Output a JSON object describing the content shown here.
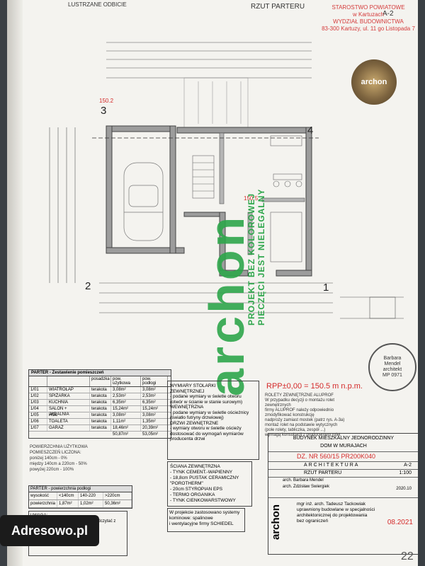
{
  "header": {
    "top_left": "LUSTRZANE ODBICIE",
    "top_center": "RZUT PARTERU",
    "top_right": "A-2"
  },
  "stamp": {
    "l1": "STAROSTWO POWIATOWE",
    "l2": "w Kartuzach",
    "l3": "WYDZIAŁ BUDOWNICTWA",
    "l4": "83-300 Kartuzy, ul. 11 go Listopada 7"
  },
  "archon_badge": "archon",
  "annotations": {
    "corner_3": "3",
    "corner_4": "4",
    "corner_2": "2",
    "corner_1": "1",
    "red_top": "150.2",
    "red_level": "RPP±0,00 = 150.5 m n.p.m.",
    "red_mid": "150.5"
  },
  "watermark": {
    "big": "archon",
    "small": "PROJEKT BEZ KOLOROWEJ PIECZĘCI JEST NIELEGALNY"
  },
  "room_table": {
    "title": "PARTER - Zestawienie pomieszczeń",
    "cols": [
      "",
      "",
      "posadzka",
      "pow. użytkowa",
      "pow. podłogi"
    ],
    "rows": [
      {
        "no": "1/01",
        "name": "WIATROŁAP",
        "floor": "terakota",
        "area1": "3,08m²",
        "area2": "3,08m²"
      },
      {
        "no": "1/02",
        "name": "SPIŻARKA",
        "floor": "terakota",
        "area1": "2,53m²",
        "area2": "2,53m²"
      },
      {
        "no": "1/03",
        "name": "KUCHNIA",
        "floor": "terakota",
        "area1": "6,35m²",
        "area2": "6,35m²"
      },
      {
        "no": "1/04",
        "name": "SALON + JADALNIA",
        "floor": "terakota",
        "area1": "15,24m²",
        "area2": "15,24m²"
      },
      {
        "no": "1/05",
        "name": "HOL",
        "floor": "terakota",
        "area1": "3,08m²",
        "area2": "3,08m²"
      },
      {
        "no": "1/06",
        "name": "TOALETA",
        "floor": "terakota",
        "area1": "1,11m²",
        "area2": "1,35m²"
      },
      {
        "no": "1/07",
        "name": "GARAŻ",
        "floor": "terakota",
        "area1": "18,46m²",
        "area2": "20,39m²"
      }
    ],
    "total1": "50,87m²",
    "total2": "53,05m²"
  },
  "usable": {
    "l1": "POWIERZCHNIA UŻYTKOWA",
    "l2": "POMIESZCZEŃ LICZONA:",
    "l3": "poniżej 140cm - 0%",
    "l4": "między 140cm a 220cm - 50%",
    "l5": "powyżej 220cm - 100%"
  },
  "small_table": {
    "title": "PARTER - powierzchnia podłogi",
    "h": [
      "wysokość",
      "<140cm",
      "140-220",
      ">220cm"
    ],
    "r": [
      "powierzchnia",
      "1,87m²",
      "1,02m²",
      "50,36m²"
    ]
  },
  "note_box": {
    "l1": "UWAGA:",
    "l2": "Urządzenie przebić instalacyjnych odczytać z rysunku"
  },
  "layers": {
    "t1": "WYMIARY STOLARKI",
    "t2": "ZEWNĘTRZNEJ",
    "t3": "- podane wymiary w świetle otworu",
    "t4": "(otwór w ścianie w stanie surowym)",
    "t5": "WEWNĘTRZNA",
    "t6": "- podane wymiary w świetle ościeżnicy",
    "t7": "(światło futryny drzwiowej)",
    "t8": "DRZWI ZEWNĘTRZNE",
    "t9": "- wymiary otworu w świetle ościeży",
    "t10": "dostosować do wymogań wymiarów",
    "t11": "producenta drzwi"
  },
  "wall": {
    "t1": "ŚCIANA ZEWNĘTRZNA",
    "t2": "- TYNK CEMENT.-WAPIENNY",
    "t3": "- 18,8cm PUSTAK CERAMICZNY \"POROTHERM\"",
    "t4": "- 20cm STYROPIAN EPS",
    "t5": "- TERMO ORGANIKA",
    "t6": "- TYNK CIENKOWARSTWOWY"
  },
  "systems": {
    "t1": "W projekcie zastosowano systemy",
    "t2": "kominowe: spalinowe",
    "t3": "i wentylacyjne firmy SCHIEDEL"
  },
  "rolety": {
    "t1": "ROLETY ZEWNĘTRZNE ALUPROF",
    "t2": "W przypadku decyzji o montażu rolet zewnętrznych",
    "t3": "firmy ALUPROF należy odpowiednio zmodyfikować konstrukcję",
    "t4": "nadproży zamiast mostek (patrz rys. A-3a)",
    "t5": "montaż rolet na podstawie wytycznych",
    "t6": "(pole rolety, tabliczka, zespół ...)",
    "t7": "wymagą konsultacji z producentem rolet"
  },
  "title_block": {
    "project": "BUDYNEK MIESZKALNY JEDNORODZINNY",
    "name": "DOM W MURAJACH",
    "decision": "DZ. NR 560/15 PR200K040",
    "branch": "ARCHITEKTURA",
    "sheet": "A-2",
    "drawing": "RZUT PARTERU",
    "scale": "1:100",
    "date": "2020.10",
    "author1": "arch. Barbara Mendel",
    "author2": "arch. Zdzisław Swiergiek",
    "brand": "archon",
    "adapter1": "mgr inż. arch. Tadeusz Tackowiak",
    "adapter2": "uprawniony budowlane w specjalności",
    "adapter3": "architektonicznej do projektowania",
    "adapter4": "bez ograniczeń",
    "handwritten_date": "08.2021"
  },
  "seal": {
    "l1": "Barbara",
    "l2": "Mendel",
    "l3": "architekt",
    "l4": "MP 0971"
  },
  "site_logo": "Adresowo.pl",
  "page_number": "22"
}
